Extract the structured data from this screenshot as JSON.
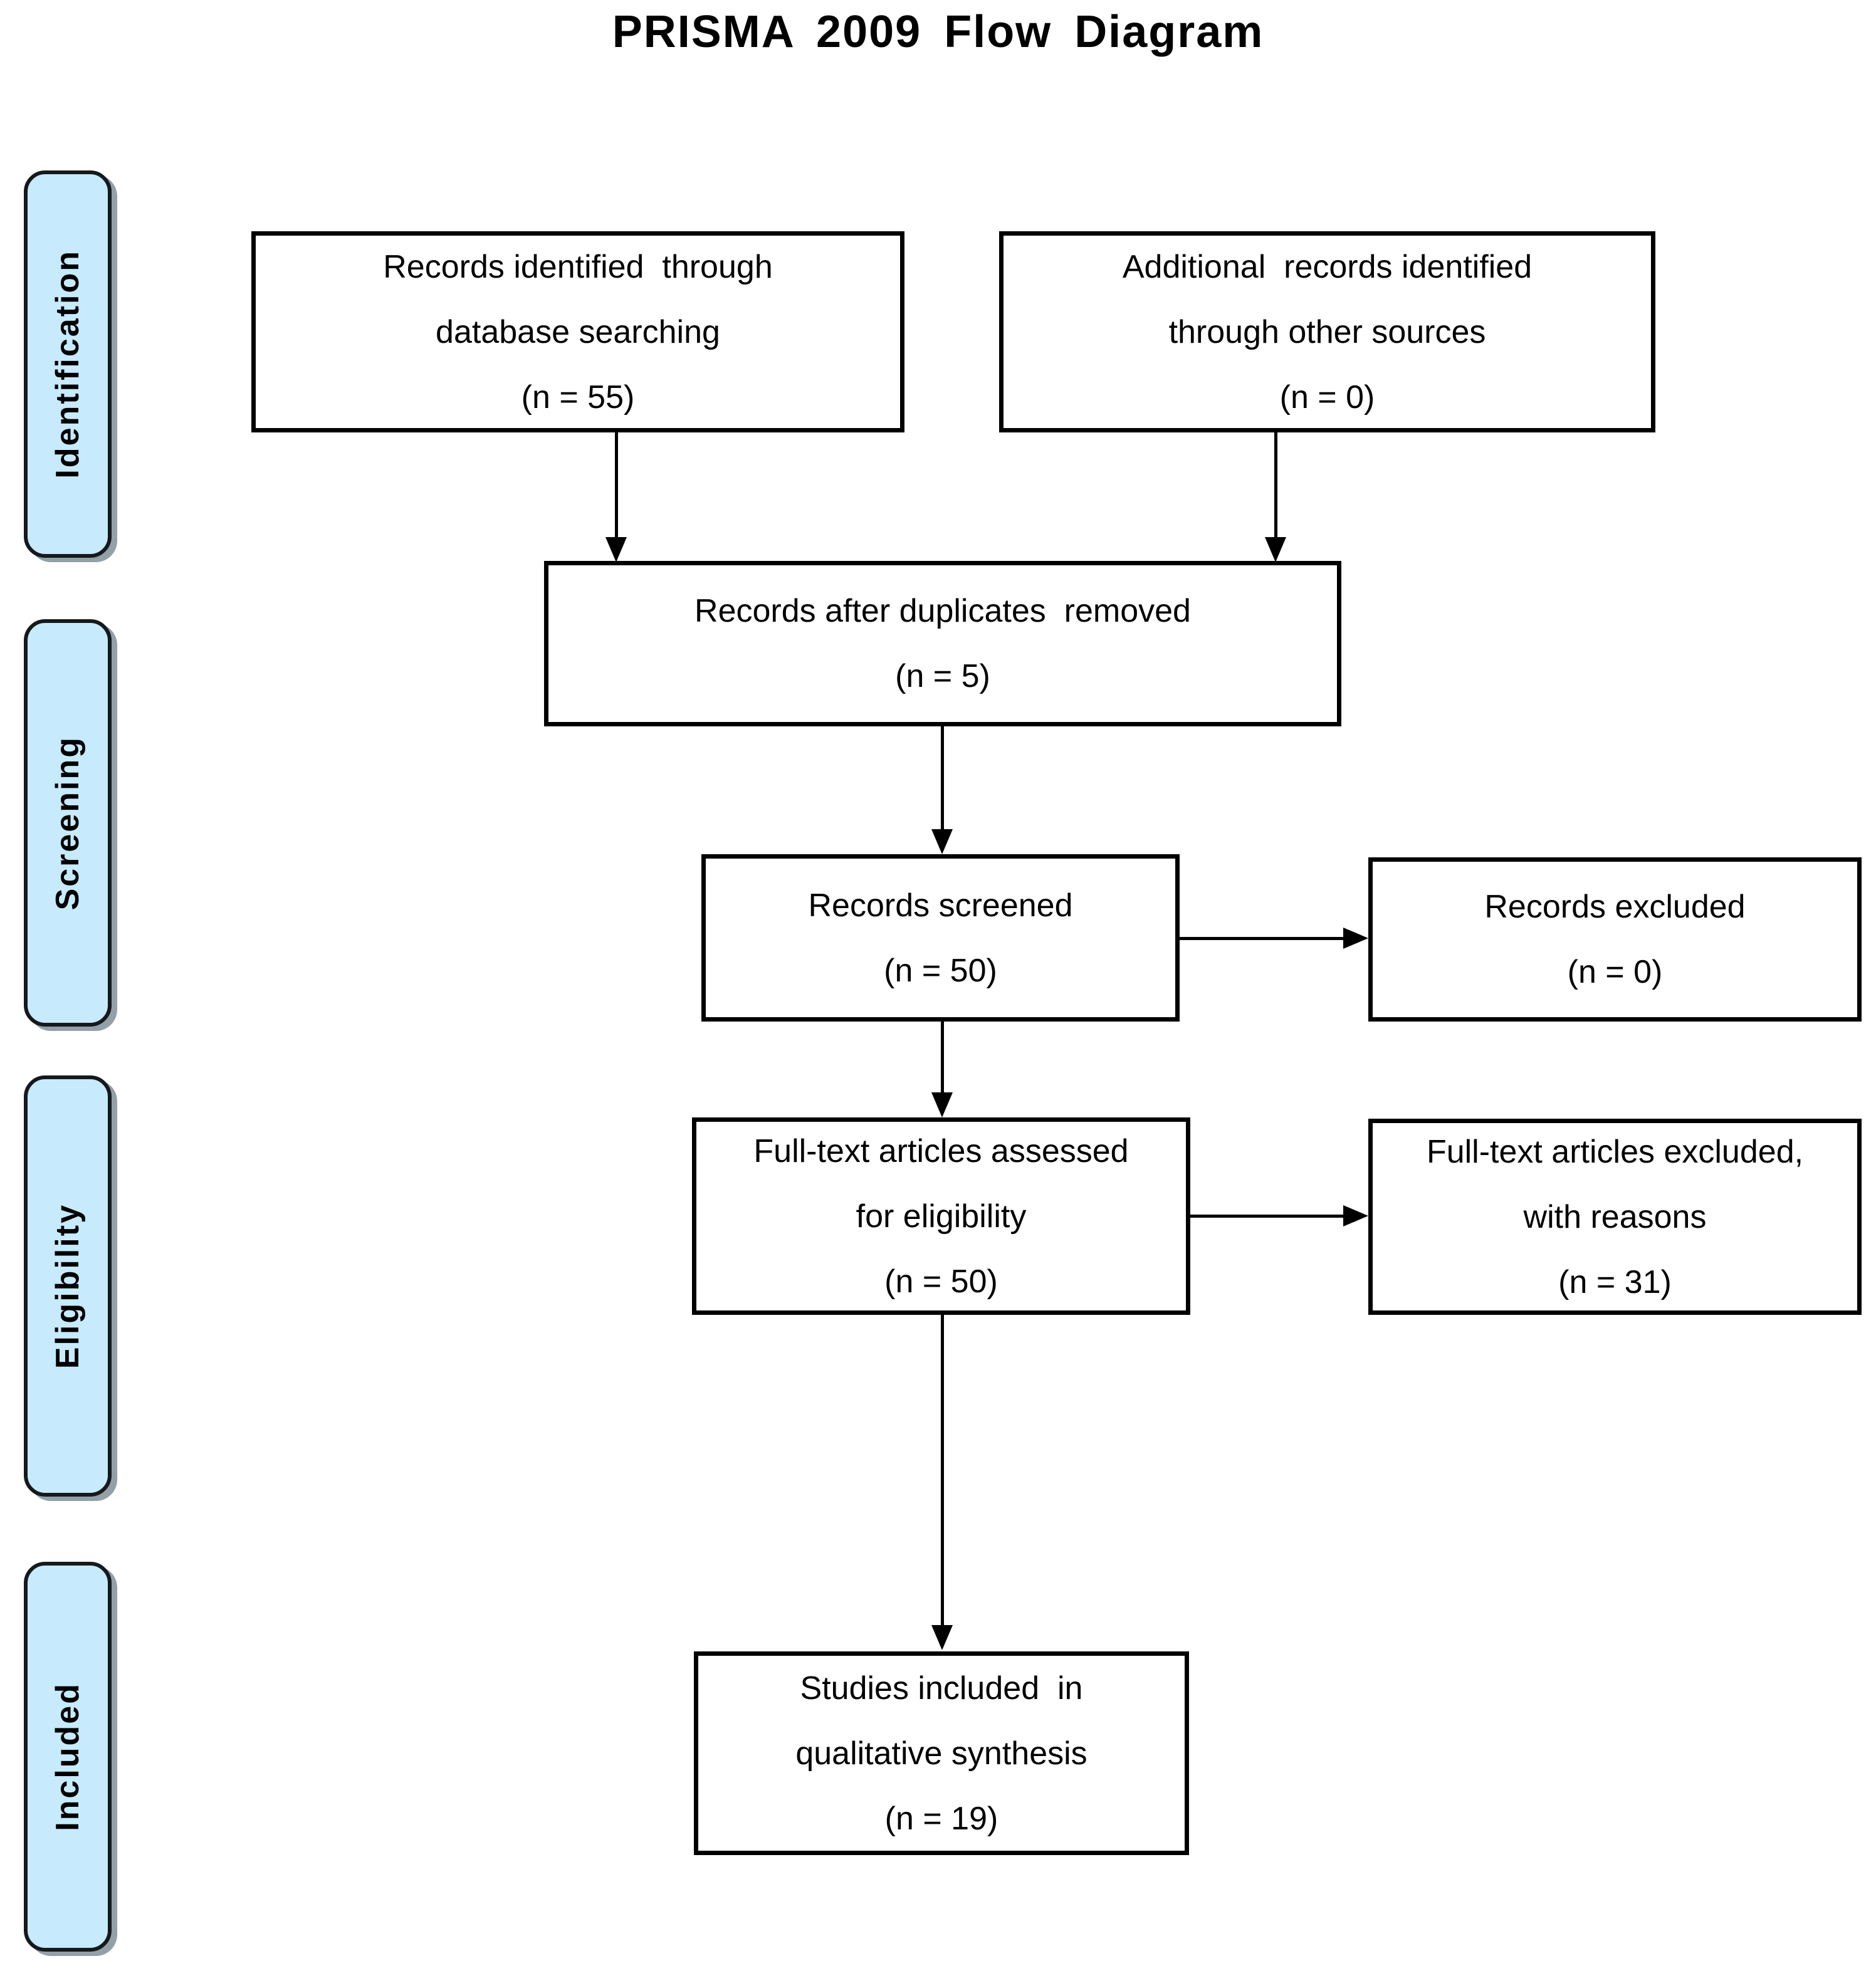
{
  "title": "PRISMA 2009 Flow Diagram",
  "colors": {
    "band_fill": "#C7EAFC",
    "band_border": "#16191C",
    "band_shadow": "#93A0A8",
    "box_border": "#000000",
    "box_fill": "#FFFFFF",
    "arrow": "#000000",
    "text": "#000000"
  },
  "sidebar": {
    "identification": "Identification",
    "screening": "Screening",
    "eligibility": "Eligibility",
    "included": "Included"
  },
  "boxes": {
    "identified": {
      "line1": "Records identified  through",
      "line2": "database searching",
      "line3": "(n = 55)"
    },
    "additional": {
      "line1": "Additional  records identified",
      "line2": "through other sources",
      "line3": "(n = 0)"
    },
    "deduplicated": {
      "line1": "Records after duplicates  removed",
      "line2": "(n = 5)"
    },
    "screened": {
      "line1": "Records screened",
      "line2": "(n = 50)"
    },
    "excluded": {
      "line1": "Records excluded",
      "line2": "(n = 0)"
    },
    "fulltext": {
      "line1": "Full-text articles assessed",
      "line2": "for eligibility",
      "line3": "(n = 50)"
    },
    "fulltext_excluded": {
      "line1": "Full-text articles excluded,",
      "line2": "with reasons",
      "line3": "(n = 31)"
    },
    "included_studies": {
      "line1": "Studies included  in",
      "line2": "qualitative synthesis",
      "line3": "(n = 19)"
    }
  }
}
